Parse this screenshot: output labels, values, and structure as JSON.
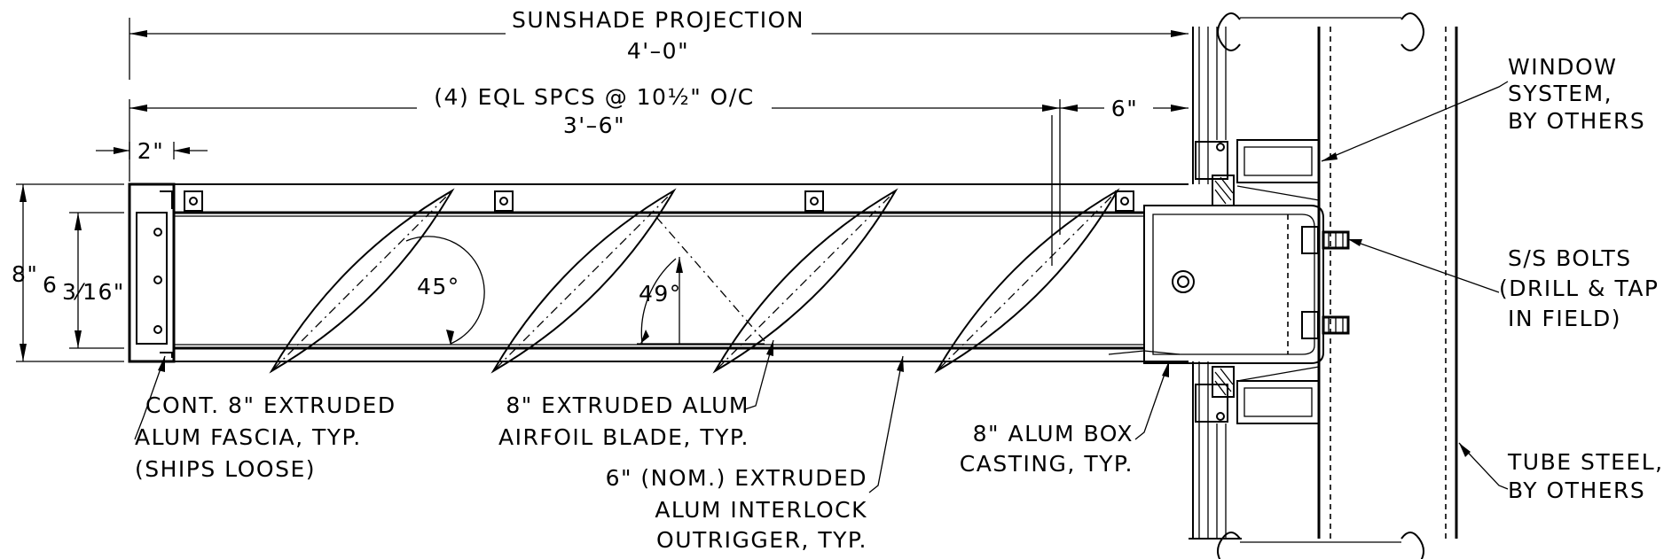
{
  "dimensions": {
    "projection_title": "SUNSHADE PROJECTION",
    "projection_value": "4'–0\"",
    "spacing_title": "(4) EQL SPCS @ 10½\" O/C",
    "spacing_value": "3'–6\"",
    "end_offset": "6\"",
    "fascia_width": "2\"",
    "overall_height": "8\"",
    "blade_height_whole": "6",
    "blade_height_fraction": "3⁄16\""
  },
  "angles": {
    "blade_angle": "45°",
    "blade_angle_alt": "49°"
  },
  "callouts": {
    "fascia": [
      "CONT. 8\" EXTRUDED",
      "ALUM FASCIA, TYP.",
      "(SHIPS LOOSE)"
    ],
    "blade": [
      "8\" EXTRUDED ALUM",
      "AIRFOIL BLADE, TYP."
    ],
    "outrigger": [
      "6\" (NOM.) EXTRUDED",
      "ALUM INTERLOCK",
      "OUTRIGGER, TYP."
    ],
    "box": [
      "8\" ALUM BOX",
      "CASTING, TYP."
    ],
    "window": [
      "WINDOW",
      "SYSTEM,",
      "BY OTHERS"
    ],
    "bolts": [
      "S/S BOLTS",
      "(DRILL & TAP",
      "IN FIELD)"
    ],
    "tube": [
      "TUBE STEEL,",
      "BY OTHERS"
    ]
  }
}
